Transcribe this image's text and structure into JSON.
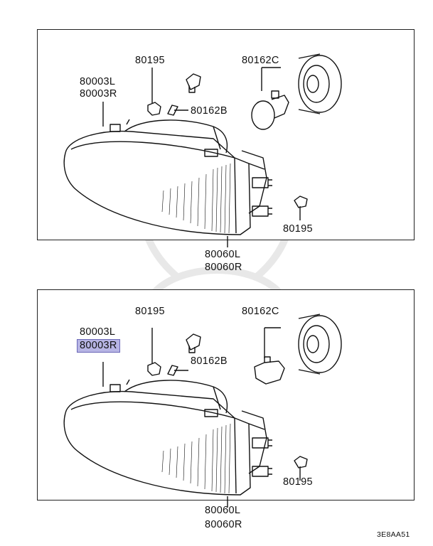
{
  "diagrams": [
    {
      "labels": {
        "bulb_small_top": "80195",
        "headlamp_l": "80003L",
        "headlamp_r": "80003R",
        "bulb_main": "80162C",
        "bulb_wedge": "80162B",
        "socket_right": "80195",
        "assembly_l": "80060L",
        "assembly_r": "80060R"
      },
      "highlighted": ""
    },
    {
      "labels": {
        "bulb_small_top": "80195",
        "headlamp_l": "80003L",
        "headlamp_r": "80003R",
        "bulb_main": "80162C",
        "bulb_wedge": "80162B",
        "socket_right": "80195",
        "assembly_l": "80060L",
        "assembly_r": "80060R"
      },
      "highlighted": "80003R"
    }
  ],
  "reference_code": "3E8AA51",
  "colors": {
    "highlight_fill": "#b7b5e4",
    "line": "#222222"
  }
}
